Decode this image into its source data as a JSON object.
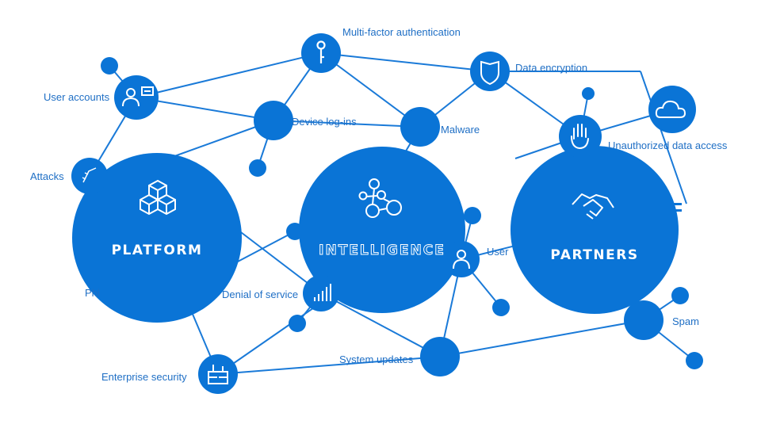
{
  "colors": {
    "node": "#0a74d6",
    "edge": "#1a7ad8",
    "label": "#1f6fc5",
    "background": "#ffffff"
  },
  "hubs": {
    "platform": "PLATFORM",
    "intelligence": "INTELLIGENCE",
    "partners": "PARTNERS"
  },
  "labels": {
    "mfa": "Multi-factor authentication",
    "data_encryption": "Data encryption",
    "user_accounts": "User accounts",
    "device_logins": "Device log-ins",
    "malware": "Malware",
    "unauthorized": "Unauthorized data access",
    "attacks": "Attacks",
    "user": "User",
    "phishing": "Phi",
    "dos": "Denial of service",
    "spam": "Spam",
    "system_updates": "System updates",
    "enterprise_security": "Enterprise security"
  },
  "icons": {
    "mfa": "key-icon",
    "data_encryption": "shield-icon",
    "user_accounts": "user-card-icon",
    "unauthorized": "hand-stop-icon",
    "cloud": "cloud-icon",
    "attacks": "bug-icon",
    "platform": "cubes-icon",
    "intelligence": "network-nodes-icon",
    "partners": "handshake-icon",
    "user": "person-icon",
    "dos": "signal-bars-icon",
    "enterprise_security": "building-icon"
  }
}
